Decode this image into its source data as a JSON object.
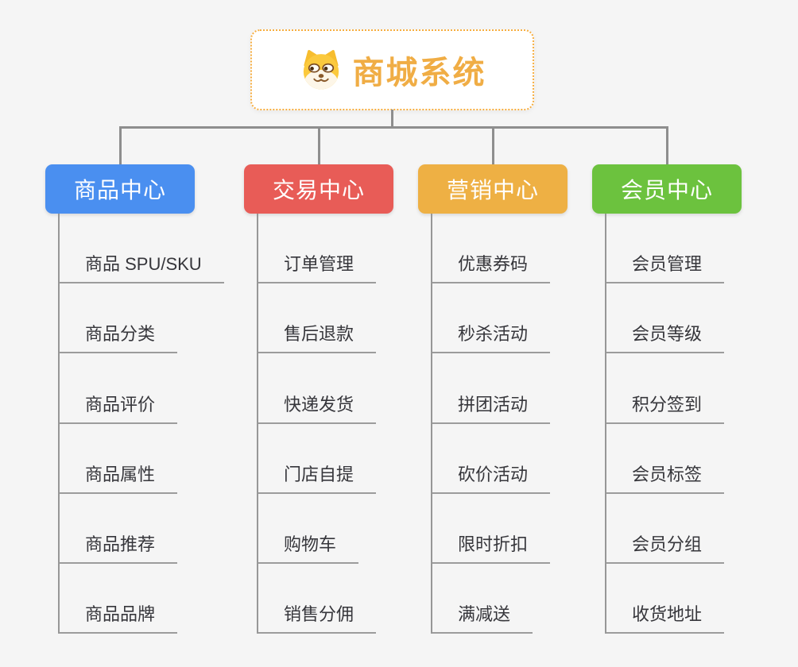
{
  "page": {
    "background": "#f5f5f5",
    "connector_color": "#8e8e8e"
  },
  "root": {
    "label": "商城系统",
    "icon": "dog-face-icon",
    "text_color": "#f0ad45",
    "border_color": "#f6ad3f"
  },
  "branches": [
    {
      "label": "商品中心",
      "color": "#4a8ff0",
      "children": [
        "商品 SPU/SKU",
        "商品分类",
        "商品评价",
        "商品属性",
        "商品推荐",
        "商品品牌"
      ]
    },
    {
      "label": "交易中心",
      "color": "#e85c57",
      "children": [
        "订单管理",
        "售后退款",
        "快递发货",
        "门店自提",
        "购物车",
        "销售分佣"
      ]
    },
    {
      "label": "营销中心",
      "color": "#eeb044",
      "children": [
        "优惠券码",
        "秒杀活动",
        "拼团活动",
        "砍价活动",
        "限时折扣",
        "满减送"
      ]
    },
    {
      "label": "会员中心",
      "color": "#6cc23e",
      "children": [
        "会员管理",
        "会员等级",
        "积分签到",
        "会员标签",
        "会员分组",
        "收货地址"
      ]
    }
  ]
}
